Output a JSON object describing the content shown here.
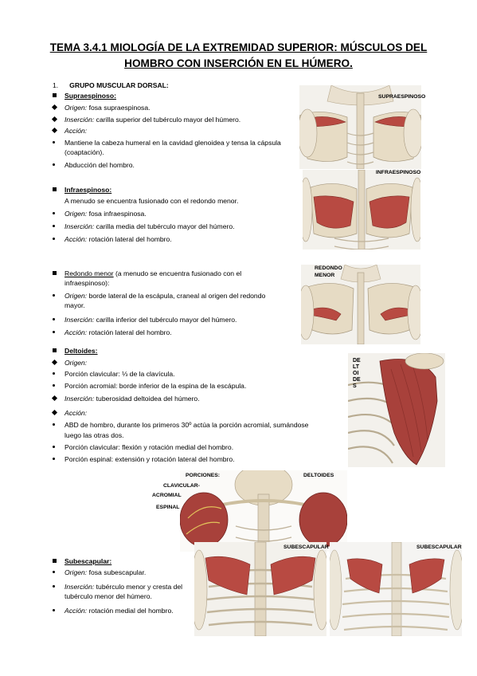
{
  "title": {
    "line1": "TEMA 3.4.1 MIOLOGÍA DE LA EXTREMIDAD SUPERIOR: MÚSCULOS DEL",
    "line2": "HOMBRO CON INSERCIÓN EN EL HÚMERO."
  },
  "group": {
    "number": "1.",
    "label": "GRUPO MUSCULAR DORSAL:"
  },
  "supraespinoso": {
    "name": "Supraespinoso:",
    "origen_label": "Origen:",
    "origen": " fosa supraespinosa.",
    "insercion_label": "Inserción:",
    "insercion": " carilla superior del tubérculo mayor del húmero.",
    "accion_label": "Acción:",
    "accion1a": "Mantiene la cabeza humeral en la cavidad glenoidea y tensa la cápsula",
    "accion1b": "(coaptación).",
    "accion2": "Abducción del hombro.",
    "caption": "SUPRAESPINOSO"
  },
  "infraespinoso": {
    "name": "Infraespinoso:",
    "note": "A menudo se encuentra fusionado con el redondo menor.",
    "origen_label": "Origen:",
    "origen": " fosa infraespinosa.",
    "insercion_label": "Inserción:",
    "insercion": " carilla media del tubérculo mayor del húmero.",
    "accion_label": "Acción:",
    "accion": " rotación lateral del hombro.",
    "caption": "INFRAESPINOSO"
  },
  "redondo_menor": {
    "name": "Redondo menor",
    "note_a": " (a menudo se encuentra fusionado con el",
    "note_b": "infraespinoso):",
    "origen_label": "Origen:",
    "origen_a": " borde lateral de la escápula, craneal al origen del redondo",
    "origen_b": "mayor.",
    "insercion_label": "Inserción:",
    "insercion": " carilla inferior del tubérculo mayor del húmero.",
    "accion_label": "Acción:",
    "accion": " rotación lateral del hombro.",
    "caption_a": "REDONDO",
    "caption_b": "MENOR"
  },
  "deltoides": {
    "name": "Deltoides:",
    "origen_label": "Origen:",
    "origen1": "Porción clavicular: ⅓ de la clavícula.",
    "origen2": "Porción acromial: borde inferior de la espina de la escápula.",
    "insercion_label": "Inserción:",
    "insercion": " tuberosidad deltoidea del húmero.",
    "accion_label": "Acción:",
    "accion1a": "ABD de hombro, durante los primeros 30º actúa la porción acromial, sumándose",
    "accion1b": "luego las otras dos.",
    "accion2": "Porción clavicular: flexión y rotación medial del hombro.",
    "accion3": "Porción espinal: extensión y rotación lateral del hombro.",
    "caption_vertical": "DELTOIDES",
    "img2_porciones": "PORCIONES:",
    "img2_clavicular": "CLAVICULAR-",
    "img2_acromial": "ACROMIAL",
    "img2_espinal": "ESPINAL",
    "img2_deltoides": "DELTOIDES"
  },
  "subescapular": {
    "name": "Subescapular:",
    "origen_label": "Origen:",
    "origen": " fosa subescapular.",
    "insercion_label": "Inserción:",
    "insercion_a": " tubérculo menor y cresta del",
    "insercion_b": "tubérculo menor del húmero.",
    "accion_label": "Acción:",
    "accion": " rotación medial del hombro.",
    "caption1": "SUBESCAPULAR",
    "caption2": "SUBESCAPULAR"
  }
}
